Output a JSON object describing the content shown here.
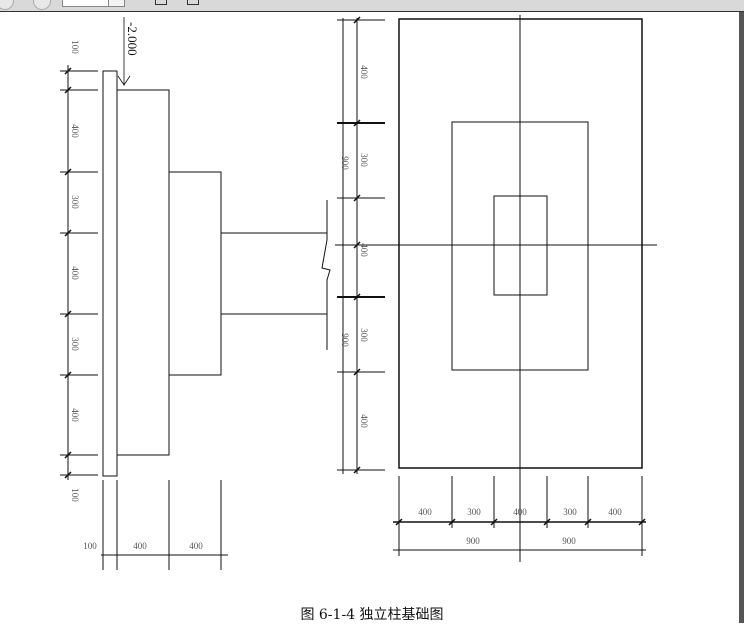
{
  "viewer": {
    "page_value": ""
  },
  "drawing": {
    "elevation_label": "-2.000",
    "section_vertical_dims": [
      "100",
      "400",
      "300",
      "400",
      "300",
      "400",
      "100"
    ],
    "section_horizontal_dims": [
      "100",
      "400",
      "400"
    ],
    "plan_vertical_dims": [
      "400",
      "300",
      "400",
      "300",
      "400"
    ],
    "plan_vertical_totals": [
      "900",
      "900"
    ],
    "plan_horizontal_dims": [
      "400",
      "300",
      "400",
      "300",
      "400"
    ],
    "plan_horizontal_totals": [
      "900",
      "900"
    ]
  },
  "caption": "图 6-1-4 独立柱基础图"
}
